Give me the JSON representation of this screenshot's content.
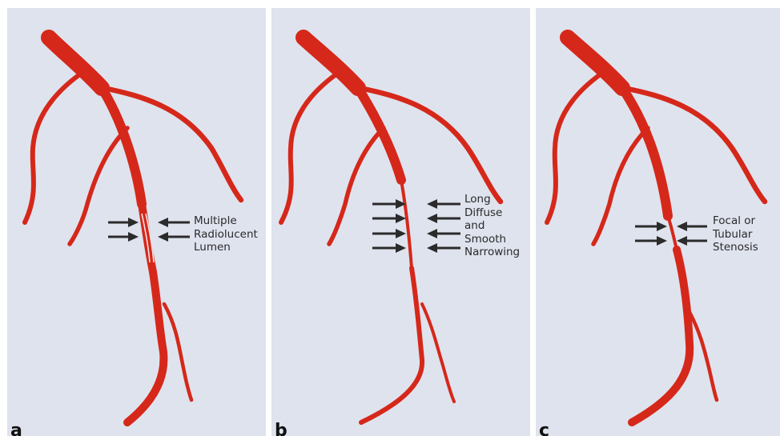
{
  "panels": [
    {
      "letter": "a",
      "caption_lines": [
        "Multiple",
        "Radiolucent",
        "Lumen"
      ],
      "arrow_pairs": 2
    },
    {
      "letter": "b",
      "caption_lines": [
        "Long",
        "Diffuse",
        "and",
        "Smooth",
        "Narrowing"
      ],
      "arrow_pairs": 4
    },
    {
      "letter": "c",
      "caption_lines": [
        "Focal or",
        "Tubular",
        "Stenosis"
      ],
      "arrow_pairs": 2
    }
  ],
  "colors": {
    "panel_background": "#dfe3ee",
    "vessel": "#d5281a",
    "vessel_dark": "#a81a10",
    "arrow": "#2b2b2b"
  }
}
